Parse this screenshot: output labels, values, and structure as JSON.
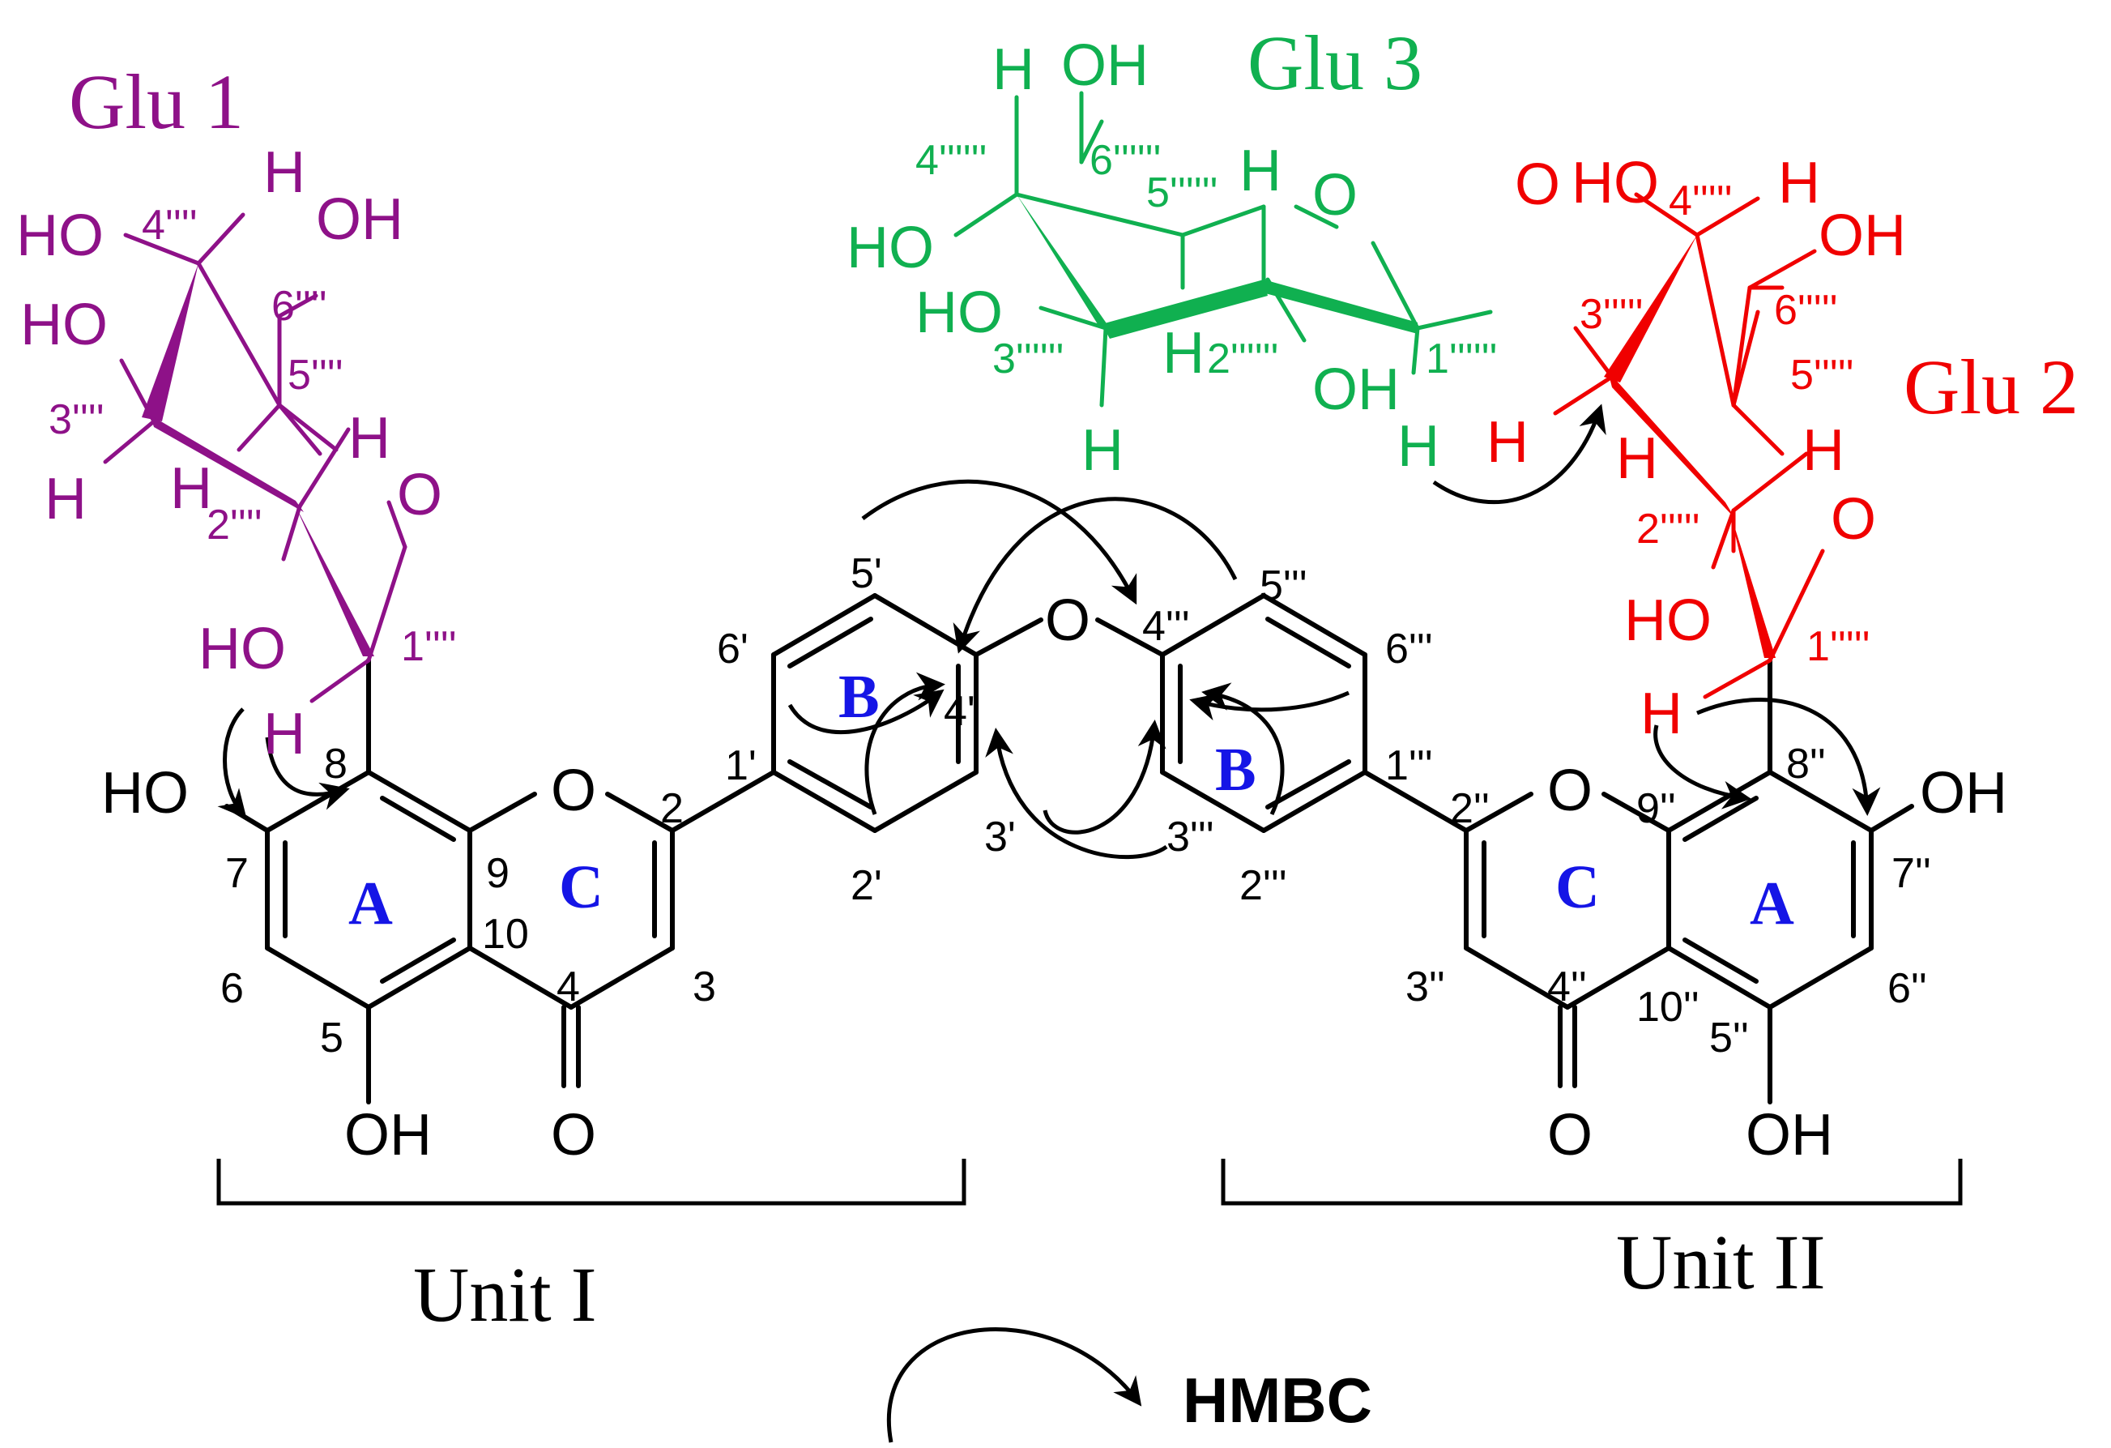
{
  "colors": {
    "black": "#000000",
    "glu1": "#8e1188",
    "glu2": "#f00000",
    "glu3": "#10b050",
    "ring_label": "#1515e6"
  },
  "sugars": {
    "glu1": {
      "title": "Glu 1",
      "c1": "1''''",
      "c2": "2''''",
      "c3": "3''''",
      "c4": "4''''",
      "c5": "5''''",
      "c6": "6''''"
    },
    "glu2": {
      "title": "Glu 2",
      "c1": "1'''''",
      "c2": "2'''''",
      "c3": "3'''''",
      "c4": "4'''''",
      "c5": "5'''''",
      "c6": "6'''''"
    },
    "glu3": {
      "title": "Glu 3",
      "c1": "1''''''",
      "c2": "2''''''",
      "c3": "3''''''",
      "c4": "4''''''",
      "c5": "5''''''",
      "c6": "6''''''"
    }
  },
  "atoms": {
    "oh": "OH",
    "ho": "HO",
    "o": "O",
    "h": "H"
  },
  "rings": {
    "a": "A",
    "b": "B",
    "c": "C"
  },
  "unit1": {
    "title": "Unit I",
    "n2": "2",
    "n3": "3",
    "n4": "4",
    "n5": "5",
    "n6": "6",
    "n7": "7",
    "n8": "8",
    "n9": "9",
    "n10": "10",
    "n1p": "1'",
    "n2p": "2'",
    "n3p": "3'",
    "n4p": "4'",
    "n5p": "5'",
    "n6p": "6'"
  },
  "unit2": {
    "title": "Unit II",
    "n2": "2''",
    "n3": "3''",
    "n4": "4''",
    "n5": "5''",
    "n6": "6''",
    "n7": "7''",
    "n8": "8''",
    "n9": "9''",
    "n10": "10''",
    "n1p": "1'''",
    "n2p": "2'''",
    "n3p": "3'''",
    "n4p": "4'''",
    "n5p": "5'''",
    "n6p": "6'''"
  },
  "legend": {
    "label": "HMBC"
  }
}
